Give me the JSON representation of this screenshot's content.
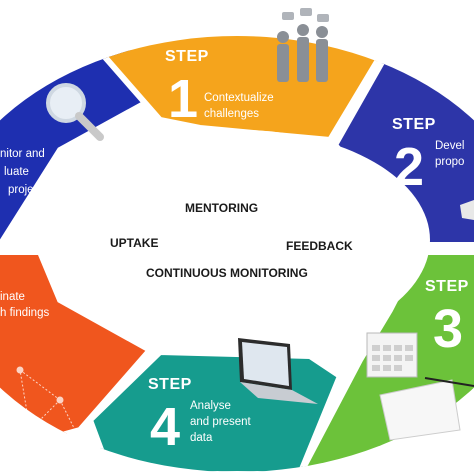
{
  "colors": {
    "step1": "#F5A41C",
    "step2": "#2D35A8",
    "step3": "#6CC23A",
    "step4": "#169C8E",
    "step5": "#F0561E",
    "step6": "#1E2FB0",
    "center": "#FFFFFF",
    "ring_gap": "#FFFFFF"
  },
  "steps": [
    {
      "word": "STEP",
      "number": "1",
      "text_line1": "Contextualize",
      "text_line2": "challenges"
    },
    {
      "word": "STEP",
      "number": "2",
      "text_line1": "Devel",
      "text_line2": "propo"
    },
    {
      "word": "STEP",
      "number": "3"
    },
    {
      "word": "STEP",
      "number": "4",
      "text_line1": "Analyse",
      "text_line2": "and present",
      "text_line3": "data"
    }
  ],
  "monitor_segment": {
    "line1": "nitor and",
    "line2": "luate",
    "line3": "project"
  },
  "disseminate_segment": {
    "line1": "inate",
    "line2": "h findings"
  },
  "center": {
    "mentoring": "MENTORING",
    "uptake": "UPTAKE",
    "feedback": "FEEDBACK",
    "continuous": "CONTINUOUS MONITORING"
  },
  "icons": [
    "people-talking-icon",
    "magnifier-icon",
    "laptop-icon",
    "calendar-icon",
    "network-icon"
  ]
}
